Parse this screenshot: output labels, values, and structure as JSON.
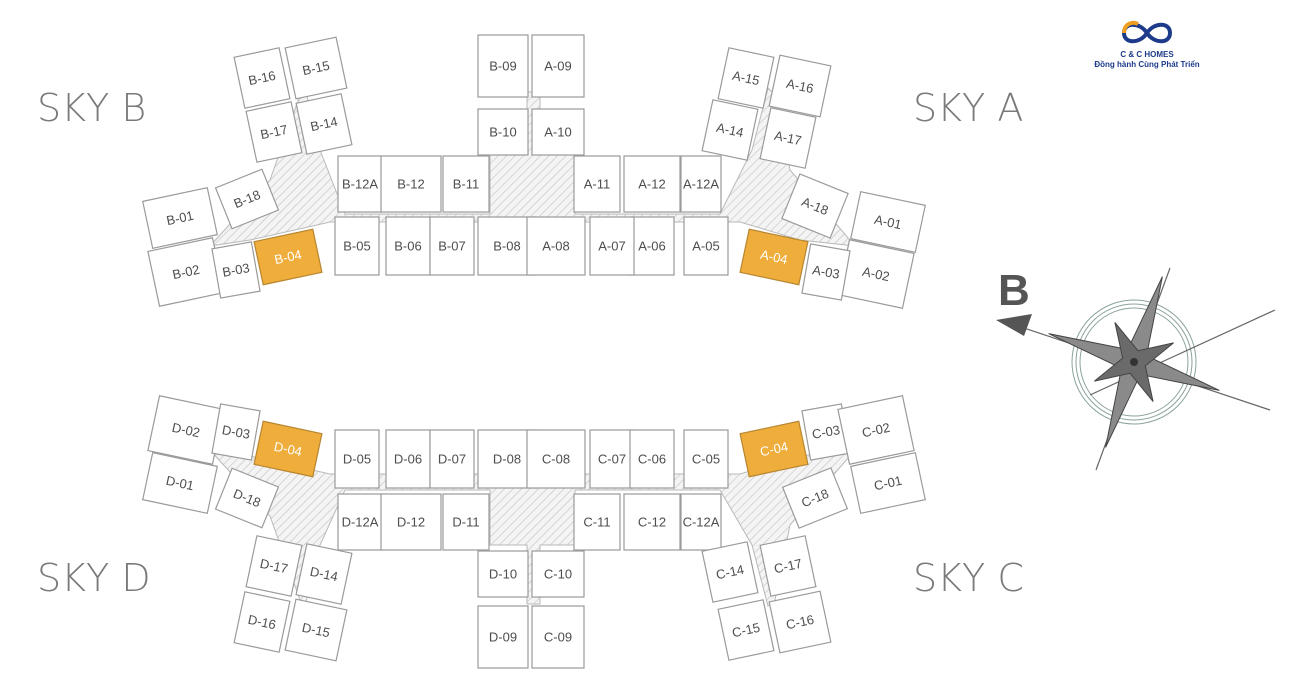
{
  "towers": {
    "sky_a": "SKY A",
    "sky_b": "SKY B",
    "sky_c": "SKY C",
    "sky_d": "SKY D"
  },
  "logo": {
    "brand": "C & C HOMES",
    "slogan": "Đồng hành Cùng Phát Triển",
    "icon": "infinity-logo-icon"
  },
  "compass": {
    "letter": "B",
    "icon": "compass-rose-icon"
  },
  "colors": {
    "highlight": "#efad3c",
    "outline": "#9a9a9a",
    "label": "#7a7a7a",
    "brand": "#1d3b8a"
  },
  "units": [
    "B-16",
    "B-15",
    "B-17",
    "B-14",
    "B-12A",
    "B-12",
    "B-11",
    "B-18",
    "B-01",
    "B-02",
    "B-03",
    "B-04",
    "B-05",
    "B-06",
    "B-07",
    "B-08",
    "B-09",
    "B-10",
    "A-09",
    "A-10",
    "A-15",
    "A-16",
    "A-14",
    "A-17",
    "A-11",
    "A-12",
    "A-12A",
    "A-18",
    "A-01",
    "A-02",
    "A-03",
    "A-04",
    "A-05",
    "A-06",
    "A-07",
    "A-08",
    "D-02",
    "D-03",
    "D-04",
    "D-01",
    "D-18",
    "D-05",
    "D-06",
    "D-07",
    "D-08",
    "D-12A",
    "D-12",
    "D-11",
    "D-17",
    "D-14",
    "D-16",
    "D-15",
    "D-10",
    "D-09",
    "C-10",
    "C-09",
    "C-08",
    "C-07",
    "C-06",
    "C-05",
    "C-04",
    "C-03",
    "C-02",
    "C-01",
    "C-18",
    "C-11",
    "C-12",
    "C-12A",
    "C-14",
    "C-17",
    "C-15",
    "C-16"
  ],
  "highlighted_units": [
    "B-04",
    "A-04",
    "D-04",
    "C-04"
  ]
}
